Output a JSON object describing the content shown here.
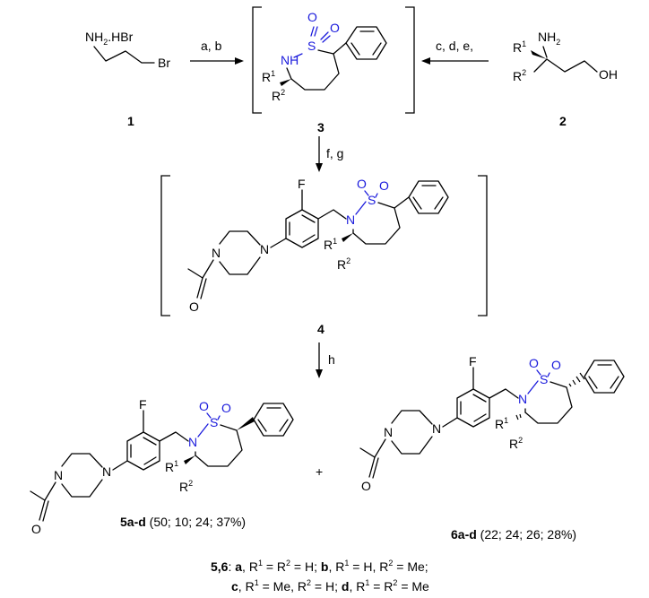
{
  "compounds": {
    "c1": "1",
    "c2": "2",
    "c3": "3",
    "c4": "4",
    "c5_id": "5a-d",
    "c5_yields": " (50; 10; 24; 37%)",
    "c6_id": "6a-d",
    "c6_yields": " (22; 24; 26; 28%)",
    "plus": "+"
  },
  "reagents": {
    "ab": "a, b",
    "cde": "c, d, e,",
    "fg": "f, g",
    "h": "h"
  },
  "atoms": {
    "N": "N",
    "S": "S",
    "O": "O",
    "F": "F",
    "NH": "NH",
    "NH2": "NH",
    "sub2": "2",
    "HBr": "HBr",
    "Br": "Br",
    "OH": "OH",
    "R": "R",
    "sup1": "1",
    "sup2": "2"
  },
  "caption": {
    "line1_prefix": "5,6",
    "line1_rest_a": ": ",
    "a": "a",
    "line1_rest_b": ", R",
    "eq_a": " = R",
    "eq_a2": " = H; ",
    "b": "b",
    "b_rest1": ", R",
    "b_rest2": " = H, R",
    "b_rest3": " = Me;",
    "c": "c",
    "c_rest1": ", R",
    "c_rest2": " = Me, R",
    "c_rest3": " = H; ",
    "d": "d",
    "d_rest1": ", R",
    "d_rest2": " = R",
    "d_rest3": " = Me"
  },
  "colors": {
    "sulfonyl": "#1a1adc",
    "ink": "#000000"
  }
}
